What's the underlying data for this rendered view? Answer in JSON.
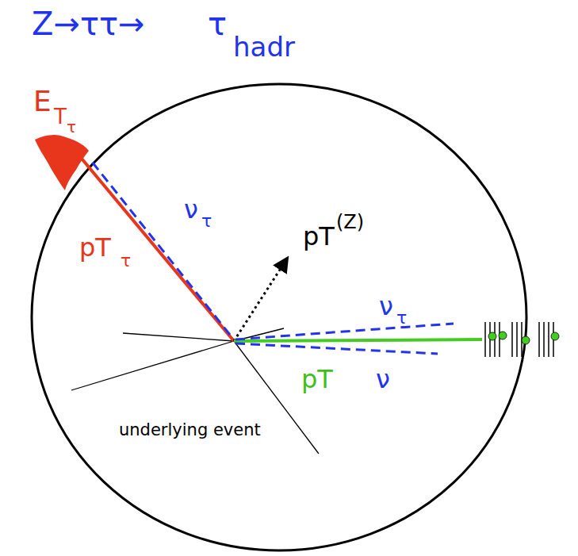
{
  "diagram": {
    "title": "Z→ττ→",
    "labels": [
      "τ",
      "hadr",
      "E",
      "T",
      "τ",
      "ν",
      "τ",
      "pT",
      "τ",
      "pT",
      "(Z)",
      "ν",
      "τ",
      "pT",
      "ν",
      "underlying event"
    ]
  }
}
